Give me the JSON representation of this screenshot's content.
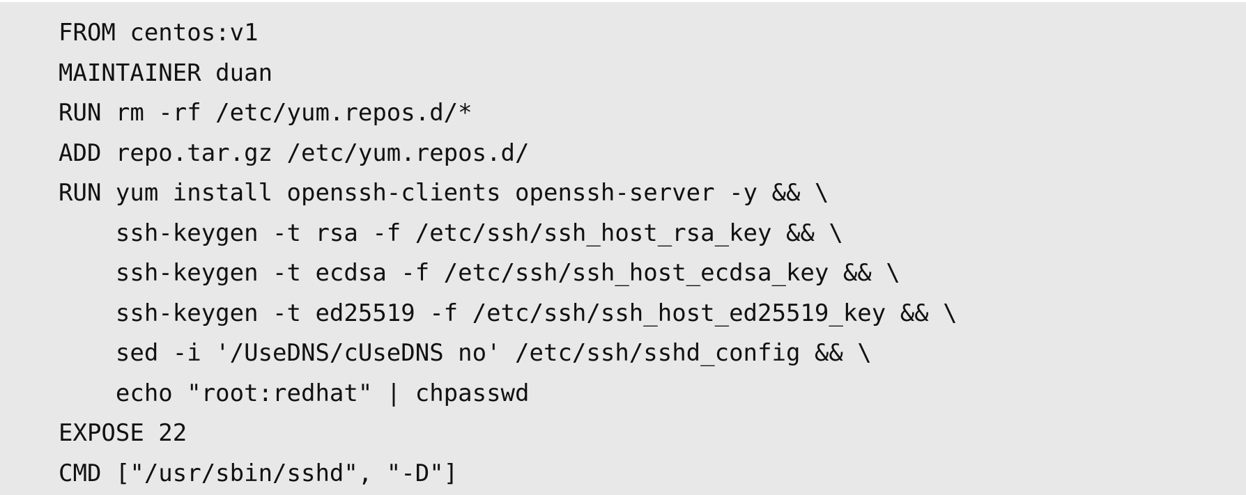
{
  "code": {
    "lines": [
      "FROM centos:v1",
      "MAINTAINER duan",
      "RUN rm -rf /etc/yum.repos.d/*",
      "ADD repo.tar.gz /etc/yum.repos.d/",
      "RUN yum install openssh-clients openssh-server -y && \\",
      "    ssh-keygen -t rsa -f /etc/ssh/ssh_host_rsa_key && \\",
      "    ssh-keygen -t ecdsa -f /etc/ssh/ssh_host_ecdsa_key && \\",
      "    ssh-keygen -t ed25519 -f /etc/ssh/ssh_host_ed25519_key && \\",
      "    sed -i '/UseDNS/cUseDNS no' /etc/ssh/sshd_config && \\",
      "    echo \"root:redhat\" | chpasswd",
      "EXPOSE 22",
      "CMD [\"/usr/sbin/sshd\", \"-D\"]"
    ]
  },
  "colors": {
    "background": "#e8e8e8",
    "text": "#111111"
  }
}
